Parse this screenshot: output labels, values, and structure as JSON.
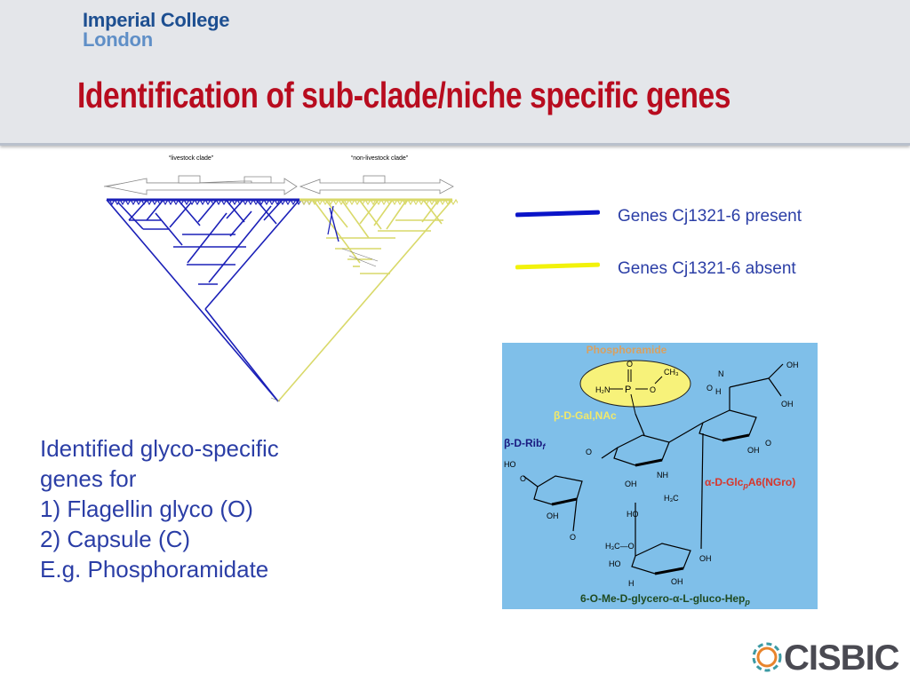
{
  "header": {
    "logo_line1": "Imperial College",
    "logo_line2": "London",
    "title": "Identification of sub-clade/niche specific genes"
  },
  "tree": {
    "left_clade_label": "“livestock clade”",
    "right_clade_label": "“non-livestock clade”",
    "colors": {
      "present": "#1b20b8",
      "absent": "#e1e17a"
    }
  },
  "legend": {
    "present_label": "Genes Cj1321-6 present",
    "absent_label": "Genes Cj1321-6 absent",
    "present_color": "#0a14c8",
    "absent_color": "#f2f20a"
  },
  "body_lines": [
    "Identified glyco-specific",
    "genes for",
    "1) Flagellin glyco (O)",
    "2) Capsule (C)",
    "E.g. Phosphoramidate"
  ],
  "molecule": {
    "phosphoramide_label": "Phosphoramide",
    "label_gal": "β-D-Gal,NAc",
    "label_rib": "β-D-Rib",
    "label_rib_sub": "f",
    "label_glc": "α-D-Glc",
    "label_glc_sub": "p",
    "label_glc_tail": "A6(NGro)",
    "label_hep": "6-O-Me-D-glycero-α-L-gluco-Hep",
    "label_hep_sub": "p",
    "background": "#7fbfe9"
  },
  "footer": {
    "cisbic": "CISBIC"
  }
}
